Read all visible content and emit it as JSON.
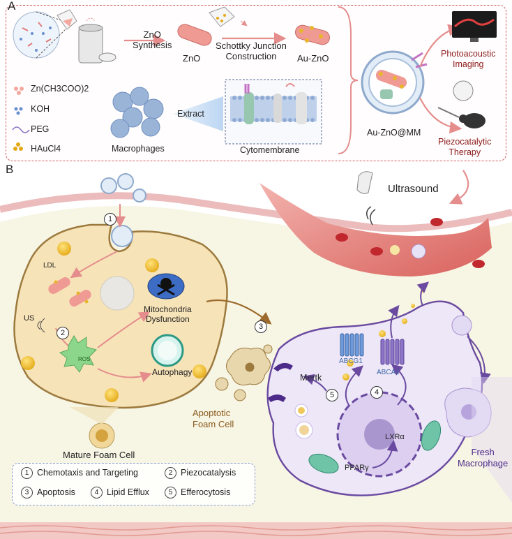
{
  "panel_a": {
    "label": "A",
    "znO_synthesis": "ZnO\nSynthesis",
    "znO_label": "ZnO",
    "schottky": "Schottky Junction\nConstruction",
    "au_zno_label": "Au-ZnO",
    "reagents": [
      "Zn(CH3COO)2",
      "KOH",
      "PEG",
      "HAuCl4"
    ],
    "macrophages_label": "Macrophages",
    "extract_label": "Extract",
    "cytomembrane_label": "Cytomembrane",
    "au_zno_mm_label": "Au-ZnO@MM",
    "photoacoustic": "Photoacoustic\nImaging",
    "piezocatalytic": "Piezocatalytic\nTherapy"
  },
  "panel_b": {
    "label": "B",
    "ultrasound": "Ultrasound",
    "ldl": "LDL",
    "us": "US",
    "ros": "ROS",
    "mitochondria": "Mitochondria\nDysfunction",
    "autophagy": "Autophagy",
    "mature_foam_cell": "Mature Foam Cell",
    "apoptotic_foam_cell": "Apoptotic\nFoam Cell",
    "mertk": "Mertk",
    "abcg1": "ABCG1",
    "abca1": "ABCA1",
    "lxra": "LXRα",
    "ppary": "PPARγ",
    "fresh_macrophage": "Fresh\nMacrophage",
    "step_numbers": [
      "1",
      "2",
      "3",
      "4",
      "5"
    ]
  },
  "legend": [
    {
      "num": "1",
      "text": "Chemotaxis and Targeting"
    },
    {
      "num": "2",
      "text": "Piezocatalysis"
    },
    {
      "num": "3",
      "text": "Apoptosis"
    },
    {
      "num": "4",
      "text": "Lipid Efflux"
    },
    {
      "num": "5",
      "text": "Efferocytosis"
    }
  ],
  "colors": {
    "panel_border": "#d55a5a",
    "foam_cell": "#f7e3b8",
    "macrophage": "#e8e2f6",
    "vessel": "#e98a86",
    "arrow_pink": "#e58d8d",
    "arrow_brown": "#9c6a2c",
    "arrow_purple": "#6a4aa0",
    "legend_border": "#8a9ccf"
  }
}
